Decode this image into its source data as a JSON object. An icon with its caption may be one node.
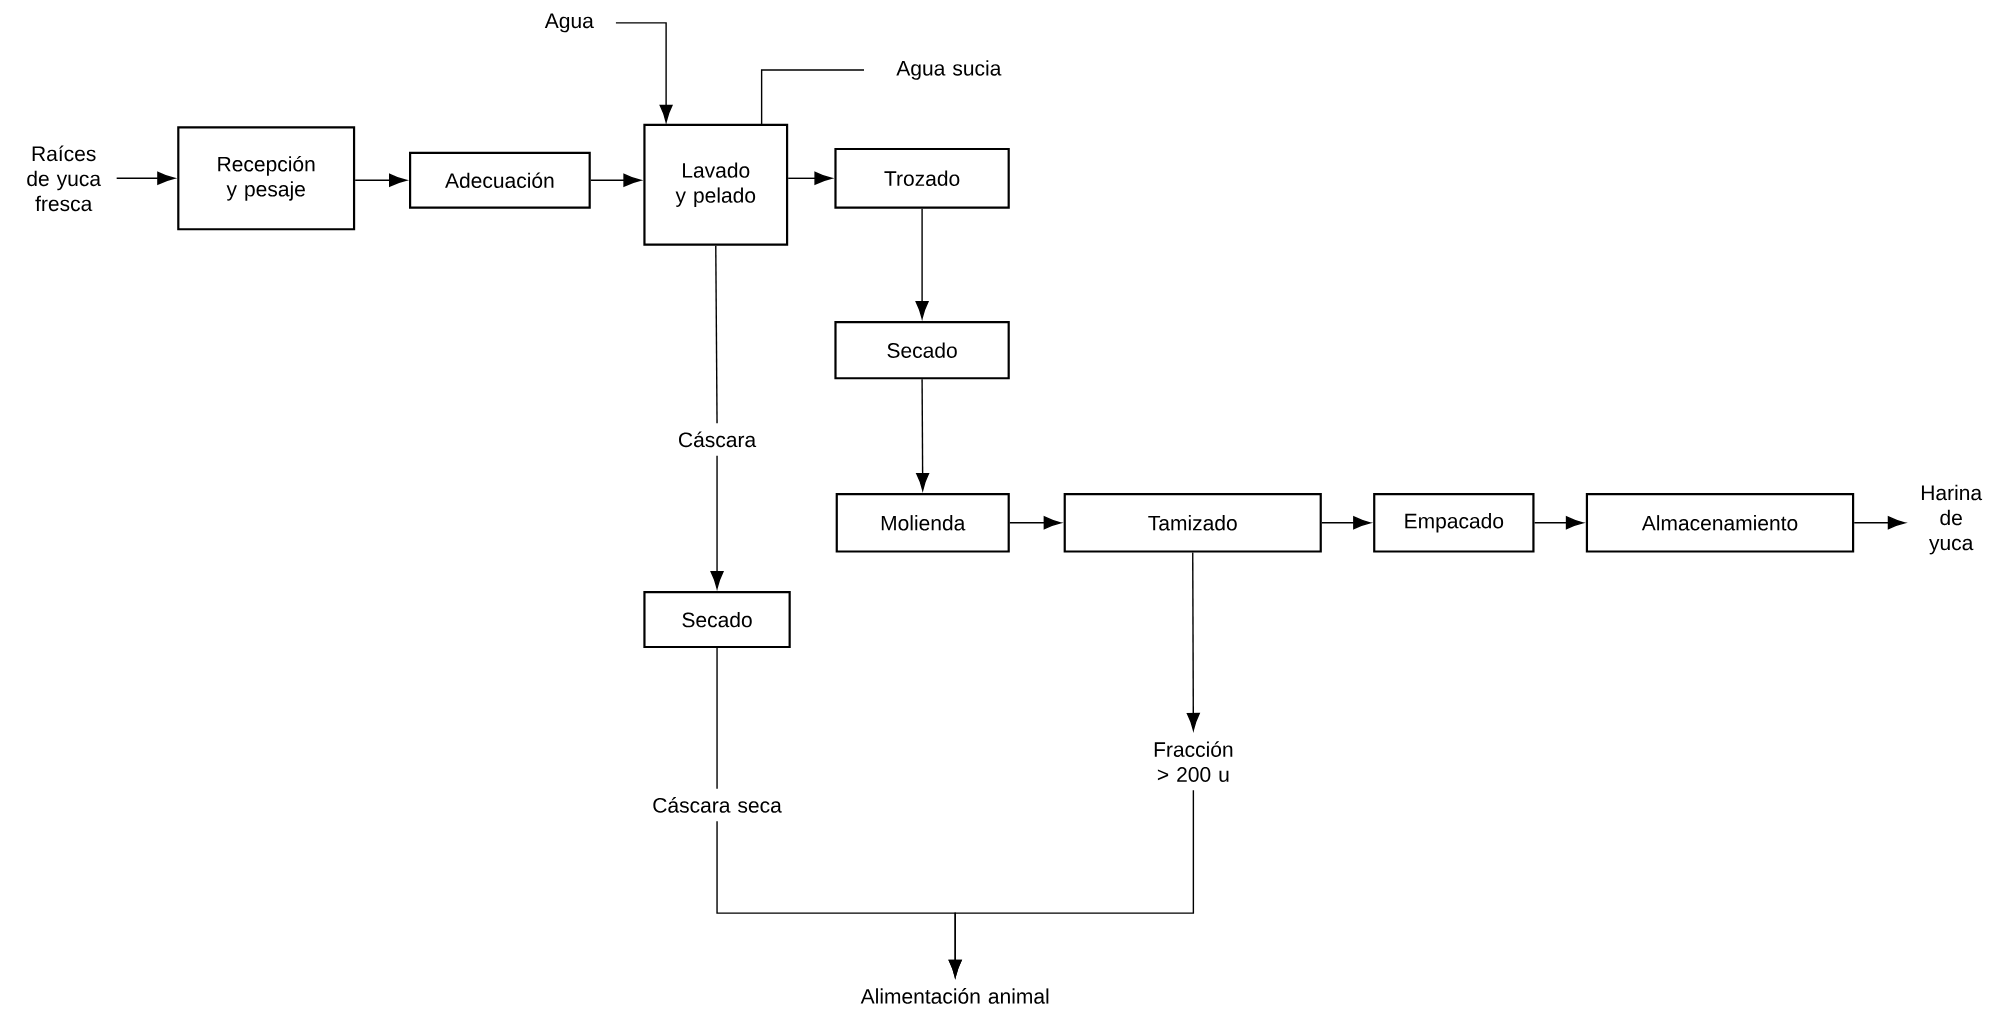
{
  "diagram": {
    "nodes": [
      {
        "text": [
          "Raíces de yuca fresca"
        ]
      },
      {
        "text": [
          "Recepción y pesaje"
        ]
      },
      {
        "text": [
          "Adecuación"
        ]
      },
      {
        "text": [
          "Lavado y pelado"
        ]
      },
      {
        "text": [
          "Agua"
        ]
      },
      {
        "text": [
          "Agua sucia"
        ]
      },
      {
        "text": [
          "Trozado"
        ]
      },
      {
        "text": [
          "Secado"
        ]
      },
      {
        "text": [
          "Cáscara"
        ]
      },
      {
        "text": [
          "Secado"
        ]
      },
      {
        "text": [
          "Molienda"
        ]
      },
      {
        "text": [
          "Tamizado"
        ]
      },
      {
        "text": [
          "Empacado"
        ]
      },
      {
        "text": [
          "Almacenamiento"
        ]
      },
      {
        "text": [
          "Harina de yuca"
        ]
      },
      {
        "text": [
          "Fracción > 200 u"
        ]
      },
      {
        "text": [
          "Cáscara seca"
        ]
      },
      {
        "text": [
          "Alimentación animal"
        ]
      }
    ],
    "edges": [
      {
        "from": 0,
        "to": 1,
        "arrow": "to"
      },
      {
        "from": 1,
        "to": 2,
        "arrow": "to"
      },
      {
        "from": 2,
        "to": 3,
        "arrow": "to"
      },
      {
        "from": 4,
        "to": 3,
        "arrow": "to"
      },
      {
        "from": 3,
        "to": 5,
        "arrow": "none"
      },
      {
        "from": 3,
        "to": 6,
        "arrow": "to"
      },
      {
        "from": 6,
        "to": 7,
        "arrow": "to"
      },
      {
        "from": 3,
        "to": 8,
        "arrow": "none"
      },
      {
        "from": 8,
        "to": 9,
        "arrow": "to"
      },
      {
        "from": 7,
        "to": 10,
        "arrow": "to"
      },
      {
        "from": 10,
        "to": 11,
        "arrow": "to"
      },
      {
        "from": 11,
        "to": 12,
        "arrow": "to"
      },
      {
        "from": 12,
        "to": 13,
        "arrow": "to"
      },
      {
        "from": 13,
        "to": 14,
        "arrow": "to"
      },
      {
        "from": 11,
        "to": 15,
        "arrow": "to"
      },
      {
        "from": 9,
        "to": 16,
        "arrow": "none"
      },
      {
        "from": 16,
        "to": 17,
        "arrow": "to"
      },
      {
        "from": 15,
        "to": 17,
        "arrow": "to"
      }
    ]
  }
}
